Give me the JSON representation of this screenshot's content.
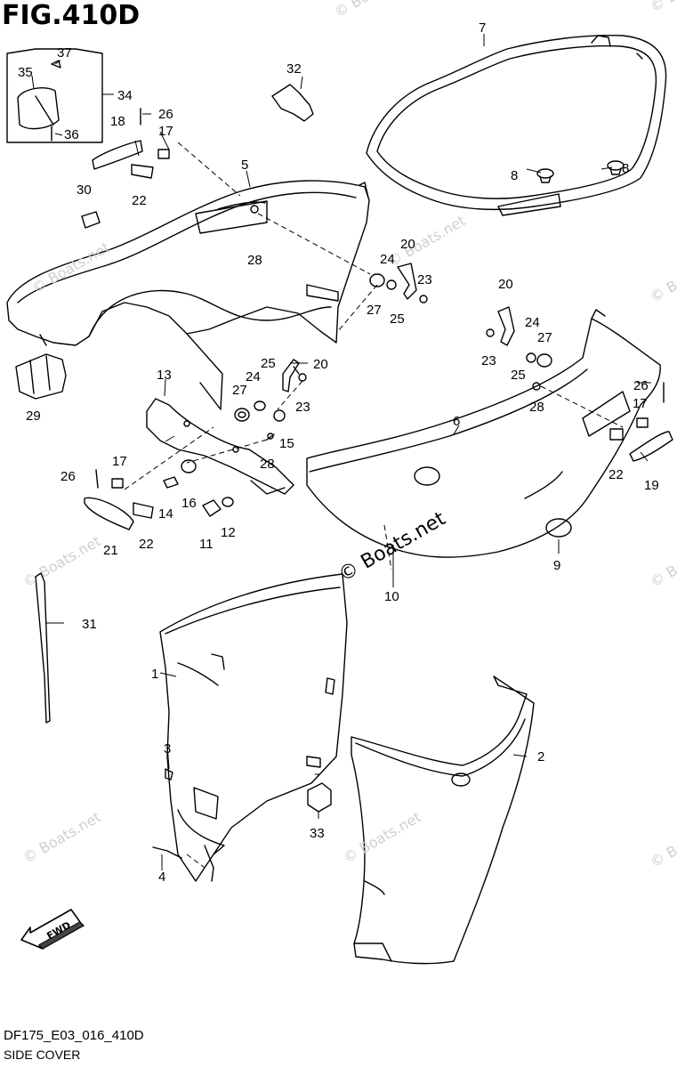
{
  "figure": {
    "title": "FIG.410D",
    "code": "DF175_E03_016_410D",
    "name": "SIDE COVER",
    "direction_label": "FWD"
  },
  "watermarks": {
    "main": "© Boats.net",
    "faint": "© Boats.net"
  },
  "parts": {
    "p1": "1",
    "p2": "2",
    "p3": "3",
    "p4": "4",
    "p5": "5",
    "p6": "6",
    "p7": "7",
    "p8a": "8",
    "p8b": "8",
    "p9": "9",
    "p10": "10",
    "p11": "11",
    "p12": "12",
    "p13": "13",
    "p14": "14",
    "p15": "15",
    "p16": "16",
    "p17a": "17",
    "p17b": "17",
    "p17c": "17",
    "p18": "18",
    "p19": "19",
    "p20a": "20",
    "p20b": "20",
    "p20c": "20",
    "p21": "21",
    "p22a": "22",
    "p22b": "22",
    "p22c": "22",
    "p23a": "23",
    "p23b": "23",
    "p23c": "23",
    "p24a": "24",
    "p24b": "24",
    "p24c": "24",
    "p25a": "25",
    "p25b": "25",
    "p25c": "25",
    "p26a": "26",
    "p26b": "26",
    "p26c": "26",
    "p27a": "27",
    "p27b": "27",
    "p27c": "27",
    "p28a": "28",
    "p28b": "28",
    "p28c": "28",
    "p29": "29",
    "p30": "30",
    "p31": "31",
    "p32": "32",
    "p33": "33",
    "p34": "34",
    "p35": "35",
    "p36": "36",
    "p37": "37"
  }
}
